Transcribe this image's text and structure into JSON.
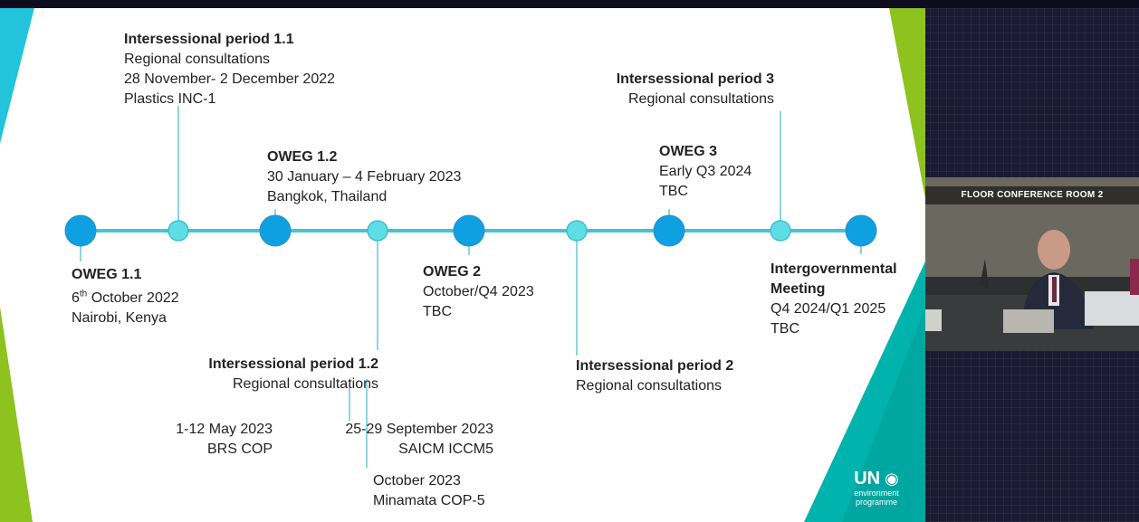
{
  "broadcast": {
    "camera_label": "FLOOR CONFERENCE ROOM 2"
  },
  "timeline": {
    "top": {
      "ip11": {
        "title": "Intersessional period 1.1",
        "lines": [
          "Regional consultations",
          "28 November- 2 December 2022",
          "Plastics INC-1"
        ]
      },
      "oweg12": {
        "title": "OWEG 1.2",
        "lines": [
          "30 January – 4 February 2023",
          "Bangkok, Thailand"
        ]
      },
      "oweg3": {
        "title": "OWEG 3",
        "lines": [
          "Early Q3 2024",
          "TBC"
        ]
      },
      "ip3": {
        "title": "Intersessional period 3",
        "lines": [
          "Regional consultations"
        ]
      }
    },
    "bottom": {
      "oweg11": {
        "title": "OWEG 1.1",
        "date_num": "6",
        "date_sup": "th",
        "date_rest": " October 2022",
        "lines": [
          "Nairobi, Kenya"
        ]
      },
      "oweg2": {
        "title": "OWEG 2",
        "lines": [
          "October/Q4 2023",
          "TBC"
        ]
      },
      "ig": {
        "title_1": "Intergovernmental",
        "title_2": "Meeting",
        "lines": [
          "Q4 2024/Q1 2025",
          "TBC"
        ]
      },
      "ip12": {
        "title": "Intersessional period 1.2",
        "lines": [
          "Regional consultations"
        ]
      },
      "ip2": {
        "title": "Intersessional period 2",
        "lines": [
          "Regional consultations"
        ]
      },
      "brs": {
        "lines": [
          "1-12 May 2023",
          "BRS COP"
        ]
      },
      "saicm": {
        "lines": [
          "25-29 September 2023",
          "SAICM ICCM5"
        ]
      },
      "minamata": {
        "lines": [
          "October 2023",
          "Minamata COP-5"
        ]
      }
    }
  },
  "logo": {
    "big": "UN",
    "line1": "environment",
    "line2": "programme"
  },
  "colors": {
    "line": "#4cc0d6",
    "node_big": "#0ea0e0",
    "node_small": "#5fdde4",
    "green": "#8dc21f",
    "teal": "#00b3ac"
  }
}
